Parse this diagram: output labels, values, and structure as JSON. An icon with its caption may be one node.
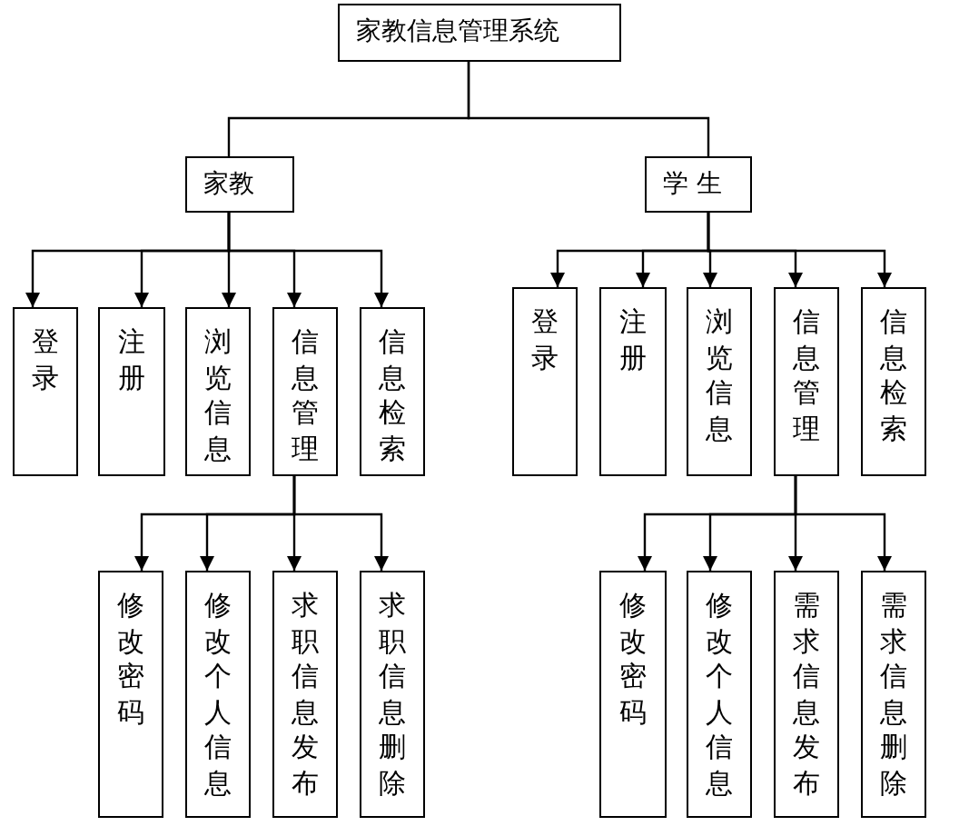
{
  "diagram": {
    "nodes": [
      {
        "text": [
          "家教信息管理系统"
        ]
      },
      {
        "text": [
          "家教"
        ]
      },
      {
        "text": [
          "学 生"
        ]
      },
      {
        "text": [
          "登录"
        ]
      },
      {
        "text": [
          "注册"
        ]
      },
      {
        "text": [
          "浏览信息"
        ]
      },
      {
        "text": [
          "信息管理"
        ]
      },
      {
        "text": [
          "信息检索"
        ]
      },
      {
        "text": [
          "登录"
        ]
      },
      {
        "text": [
          "注册"
        ]
      },
      {
        "text": [
          "浏览信息"
        ]
      },
      {
        "text": [
          "信息管理"
        ]
      },
      {
        "text": [
          "信息检索"
        ]
      },
      {
        "text": [
          "修改密码"
        ]
      },
      {
        "text": [
          "修改个人信息"
        ]
      },
      {
        "text": [
          "求职信息发布"
        ]
      },
      {
        "text": [
          "求职信息删除"
        ]
      },
      {
        "text": [
          "修改密码"
        ]
      },
      {
        "text": [
          "修改个人信息"
        ]
      },
      {
        "text": [
          "需求信息发布"
        ]
      },
      {
        "text": [
          "需求信息删除"
        ]
      }
    ],
    "edges": [
      {
        "from": 0,
        "to": 1,
        "arrow": "none"
      },
      {
        "from": 0,
        "to": 2,
        "arrow": "none"
      },
      {
        "from": 1,
        "to": 3,
        "arrow": "to"
      },
      {
        "from": 1,
        "to": 4,
        "arrow": "to"
      },
      {
        "from": 1,
        "to": 5,
        "arrow": "to"
      },
      {
        "from": 1,
        "to": 6,
        "arrow": "to"
      },
      {
        "from": 1,
        "to": 7,
        "arrow": "to"
      },
      {
        "from": 2,
        "to": 8,
        "arrow": "to"
      },
      {
        "from": 2,
        "to": 9,
        "arrow": "to"
      },
      {
        "from": 2,
        "to": 10,
        "arrow": "to"
      },
      {
        "from": 2,
        "to": 11,
        "arrow": "to"
      },
      {
        "from": 2,
        "to": 12,
        "arrow": "to"
      },
      {
        "from": 6,
        "to": 13,
        "arrow": "to"
      },
      {
        "from": 6,
        "to": 14,
        "arrow": "to"
      },
      {
        "from": 6,
        "to": 15,
        "arrow": "to"
      },
      {
        "from": 6,
        "to": 16,
        "arrow": "to"
      },
      {
        "from": 11,
        "to": 17,
        "arrow": "to"
      },
      {
        "from": 11,
        "to": 18,
        "arrow": "to"
      },
      {
        "from": 11,
        "to": 19,
        "arrow": "to"
      },
      {
        "from": 11,
        "to": 20,
        "arrow": "to"
      }
    ]
  }
}
